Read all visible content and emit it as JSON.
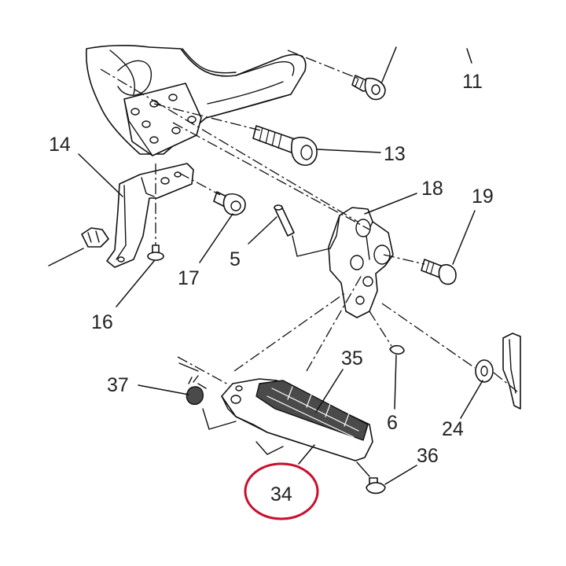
{
  "callouts": {
    "c5": "5",
    "c6": "6",
    "c11": "11",
    "c13": "13",
    "c14": "14",
    "c16": "16",
    "c17": "17",
    "c18": "18",
    "c19": "19",
    "c24": "24",
    "c34": "34",
    "c35": "35",
    "c36": "36",
    "c37": "37"
  },
  "colors": {
    "ink": "#111111",
    "label": "#222222",
    "highlight": "#c8102e"
  },
  "highlighted_part": "34"
}
